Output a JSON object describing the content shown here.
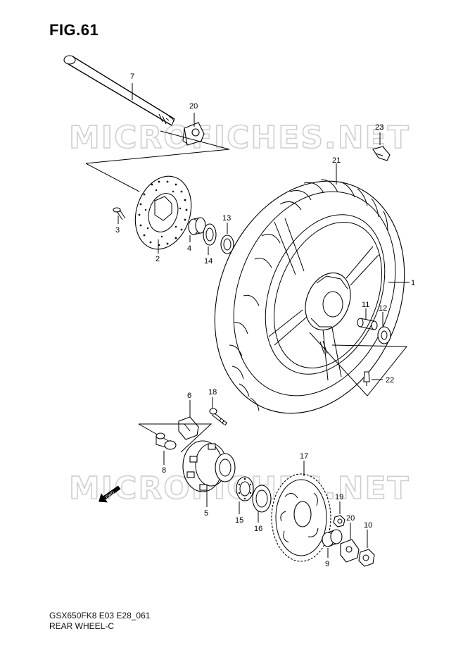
{
  "figure": {
    "title": "FIG.61",
    "model_code": "GSX650FK8 E03 E28_061",
    "section_name": "REAR WHEEL-C"
  },
  "watermark": {
    "text": "MICROFICHES.NET"
  },
  "fwd_arrow": {
    "label": "FWD"
  },
  "callouts": [
    {
      "id": "7",
      "label": "7"
    },
    {
      "id": "20a",
      "label": "20"
    },
    {
      "id": "23",
      "label": "23"
    },
    {
      "id": "21",
      "label": "21"
    },
    {
      "id": "3",
      "label": "3"
    },
    {
      "id": "13",
      "label": "13"
    },
    {
      "id": "4",
      "label": "4"
    },
    {
      "id": "14",
      "label": "14"
    },
    {
      "id": "2",
      "label": "2"
    },
    {
      "id": "1",
      "label": "1"
    },
    {
      "id": "11",
      "label": "11"
    },
    {
      "id": "12",
      "label": "12"
    },
    {
      "id": "22",
      "label": "22"
    },
    {
      "id": "6",
      "label": "6"
    },
    {
      "id": "18",
      "label": "18"
    },
    {
      "id": "8",
      "label": "8"
    },
    {
      "id": "17",
      "label": "17"
    },
    {
      "id": "5",
      "label": "5"
    },
    {
      "id": "15",
      "label": "15"
    },
    {
      "id": "16",
      "label": "16"
    },
    {
      "id": "19",
      "label": "19"
    },
    {
      "id": "20b",
      "label": "20"
    },
    {
      "id": "10",
      "label": "10"
    },
    {
      "id": "9",
      "label": "9"
    }
  ]
}
